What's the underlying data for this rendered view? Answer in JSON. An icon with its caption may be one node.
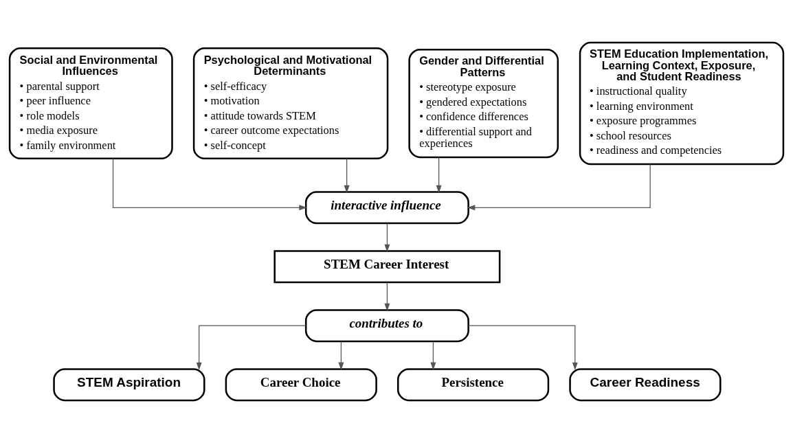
{
  "diagram": {
    "nodes": [
      {
        "text": [
          "Social and Environmental Influences",
          "• parental support",
          "• peer influence",
          "• role models",
          "• media exposure",
          "• family environment"
        ]
      },
      {
        "text": [
          "Psychological and Motivational Determinants",
          "• self-efficacy",
          "• motivation",
          "• attitude towards STEM",
          "• career outcome expectations",
          "• self-concept"
        ]
      },
      {
        "text": [
          "Gender and Differential Patterns",
          "• stereotype exposure",
          "• gendered expectations",
          "• confidence differences",
          "• differential support and experiences"
        ]
      },
      {
        "text": [
          "STEM Education Implementation, Learning Context, Exposure, and Student Readiness",
          "• instructional quality",
          "• learning environment",
          "• exposure programmes",
          "• school resources",
          "• readiness and competencies"
        ]
      },
      {
        "text": [
          "interactive influence"
        ]
      },
      {
        "text": [
          "STEM Career Interest"
        ]
      },
      {
        "text": [
          "contributes to"
        ]
      },
      {
        "text": [
          "STEM Aspiration"
        ]
      },
      {
        "text": [
          "Career Choice"
        ]
      },
      {
        "text": [
          "Persistence"
        ]
      },
      {
        "text": [
          "Career Readiness"
        ]
      }
    ],
    "edges": [
      {
        "from": 0,
        "to": 4,
        "arrow": "to"
      },
      {
        "from": 1,
        "to": 4,
        "arrow": "to"
      },
      {
        "from": 2,
        "to": 4,
        "arrow": "to"
      },
      {
        "from": 3,
        "to": 4,
        "arrow": "to"
      },
      {
        "from": 4,
        "to": 5,
        "arrow": "to"
      },
      {
        "from": 5,
        "to": 6,
        "arrow": "to"
      },
      {
        "from": 6,
        "to": 7,
        "arrow": "to"
      },
      {
        "from": 6,
        "to": 8,
        "arrow": "to"
      },
      {
        "from": 6,
        "to": 9,
        "arrow": "to"
      },
      {
        "from": 6,
        "to": 10,
        "arrow": "to"
      }
    ]
  }
}
